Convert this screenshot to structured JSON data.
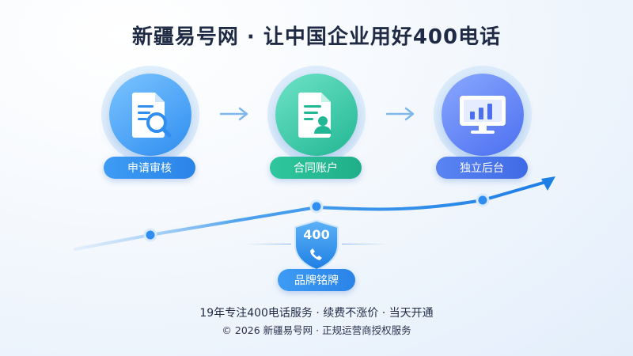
{
  "title": "新疆易号网 · 让中国企业用好400电话",
  "steps": [
    {
      "label": "申请审核",
      "icon": "document-search-icon"
    },
    {
      "label": "合同账户",
      "icon": "document-user-icon"
    },
    {
      "label": "独立后台",
      "icon": "monitor-chart-icon"
    }
  ],
  "badge": {
    "number": "400",
    "label": "品牌铭牌",
    "icon": "shield-phone-icon"
  },
  "footer": {
    "line1": "19年专注400电话服务 · 续费不涨价 · 当天开通",
    "line2": "© 2026 新疆易号网 · 正规运营商授权服务"
  },
  "colors": {
    "step1": "#2f8ef0",
    "step2": "#22b794",
    "step3": "#4c6ff0",
    "trend": "#2a84e8",
    "title": "#1f2a44"
  }
}
